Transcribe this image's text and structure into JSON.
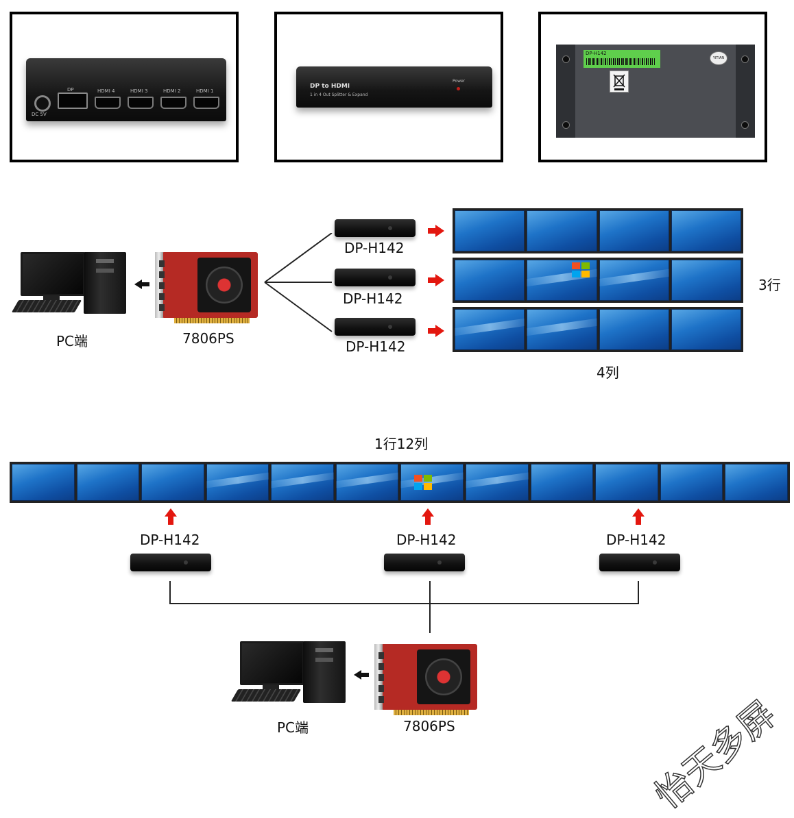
{
  "photos": {
    "rear": {
      "ports": [
        "DP",
        "HDMI 4",
        "HDMI 3",
        "HDMI 2",
        "HDMI 1"
      ],
      "power_label": "DC 5V"
    },
    "front": {
      "title": "DP to HDMI",
      "subtitle": "1 in 4 Out Splitter & Expand",
      "led_label": "Power"
    },
    "bottom": {
      "label_text": "DP-H142",
      "brand_badge": "YITIAN"
    }
  },
  "diagram_top": {
    "pc_label": "PC端",
    "card_label": "7806PS",
    "splitters": [
      "DP-H142",
      "DP-H142",
      "DP-H142"
    ],
    "rows_label": "3行",
    "cols_label": "4列",
    "wall_rows": 3,
    "wall_cols": 4
  },
  "diagram_bottom": {
    "wall_label": "1行12列",
    "wall_cols": 12,
    "splitters": [
      "DP-H142",
      "DP-H142",
      "DP-H142"
    ],
    "pc_label": "PC端",
    "card_label": "7806PS"
  },
  "watermark": "怡天多屏",
  "colors": {
    "arrow_red": "#e3170f",
    "screen_blue": "#1e73c8",
    "card_red": "#b52a24"
  }
}
